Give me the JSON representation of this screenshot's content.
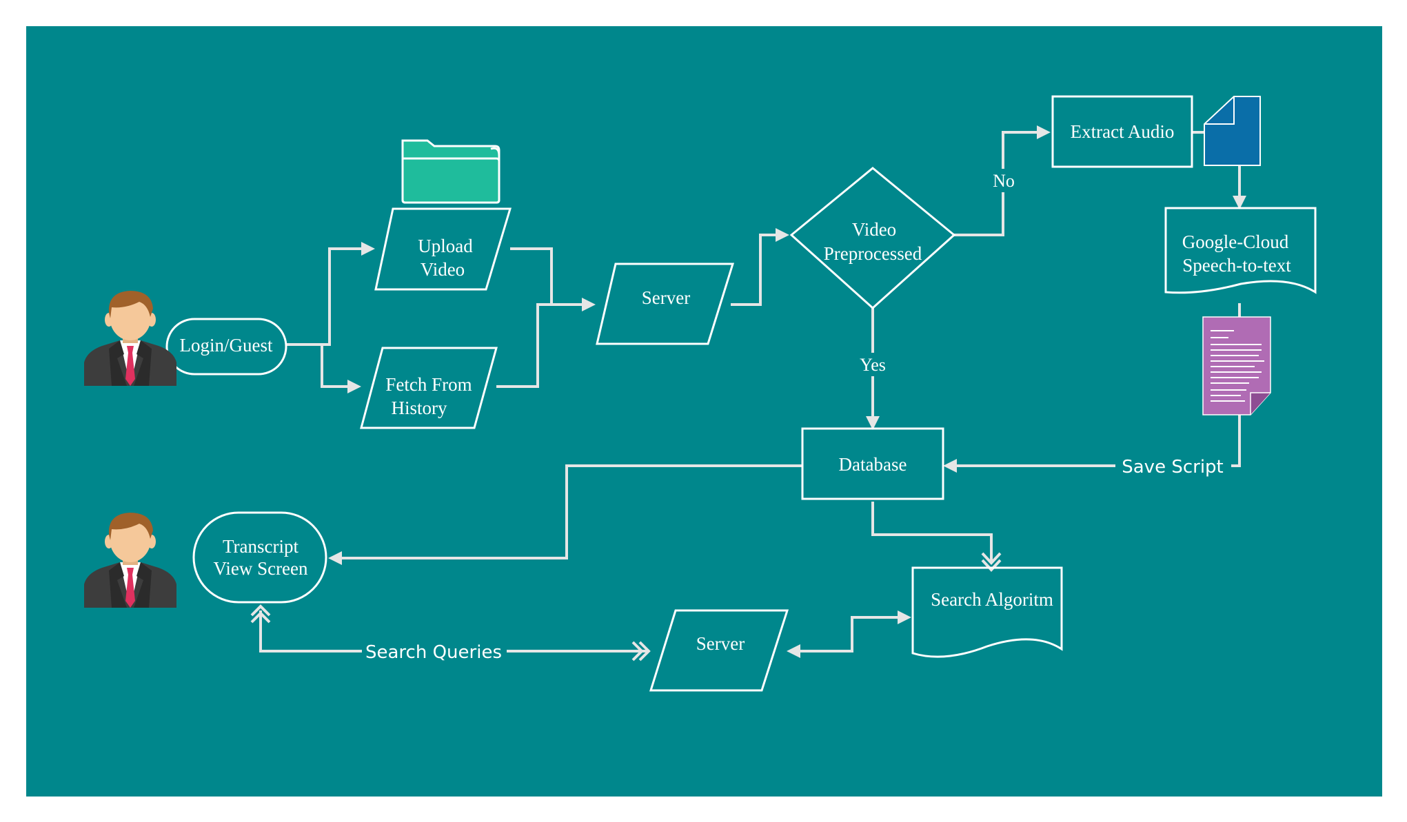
{
  "colors": {
    "background": "#ffffff",
    "panel": "#00878c",
    "line": "#e6e6e6",
    "shape_stroke": "#ffffff",
    "folder": "#1fbc9c",
    "audio_file": "#0a6ea8",
    "script_file": "#b06cb4"
  },
  "nodes": {
    "login": "Login/Guest",
    "upload_line1": "Upload",
    "upload_line2": "Video",
    "fetch_line1": "Fetch From",
    "fetch_line2": "History",
    "server_top": "Server",
    "decision_line1": "Video",
    "decision_line2": "Preprocessed",
    "extract": "Extract Audio",
    "gcloud_line1": "Google-Cloud",
    "gcloud_line2": "Speech-to-text",
    "database": "Database",
    "transcript_line1": "Transcript",
    "transcript_line2": "View Screen",
    "server_bottom": "Server",
    "search_algo": "Search Algoritm"
  },
  "edges": {
    "no": "No",
    "yes": "Yes",
    "save_script": "Save Script",
    "search_queries": "Search Queries"
  },
  "icons": {
    "user_top": "user-avatar-icon",
    "user_bottom": "user-avatar-icon",
    "folder": "folder-icon",
    "audio": "audio-file-icon",
    "script": "script-document-icon"
  }
}
